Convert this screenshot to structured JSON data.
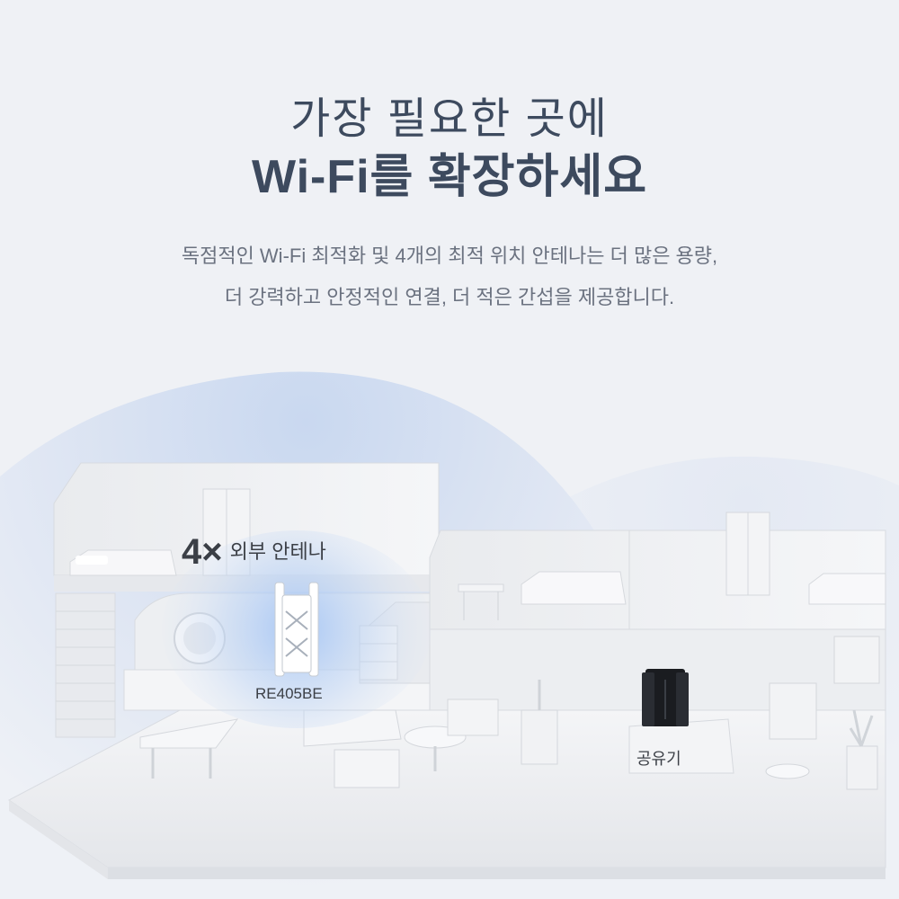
{
  "headline": {
    "line1": "가장 필요한 곳에",
    "line2": "Wi-Fi를 확장하세요"
  },
  "description": {
    "line1": "독점적인 Wi-Fi 최적화 및 4개의 최적 위치 안테나는 더 많은 용량,",
    "line2": "더 강력하고 안정적인 연결, 더 적은 간섭을 제공합니다."
  },
  "scene": {
    "antenna_count": "4×",
    "antenna_label": "외부 안테나",
    "extender_model": "RE405BE",
    "router_label": "공유기"
  },
  "colors": {
    "background": "#eff1f5",
    "heading": "#3d4a5e",
    "coverage_glow": "#b7cdee"
  }
}
